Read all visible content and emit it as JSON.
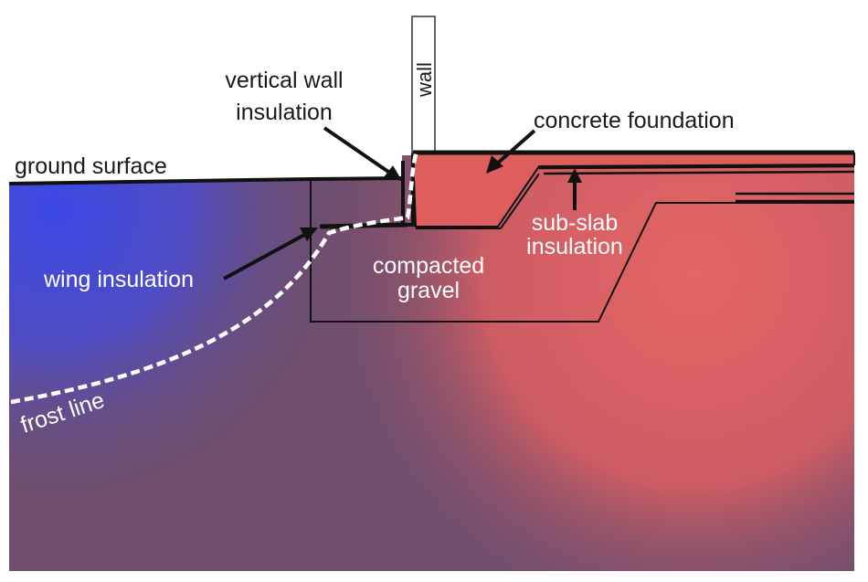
{
  "labels": {
    "wall": "wall",
    "vertical_wall_insulation_line1": "vertical wall",
    "vertical_wall_insulation_line2": "insulation",
    "concrete_foundation": "concrete foundation",
    "ground_surface": "ground surface",
    "sub_slab_insulation_line1": "sub-slab",
    "sub_slab_insulation_line2": "insulation",
    "compacted_gravel_line1": "compacted",
    "compacted_gravel_line2": "gravel",
    "wing_insulation": "wing insulation",
    "frost_line": "frost line"
  },
  "colors": {
    "cold": "#3f4de0",
    "neutral": "#6f4e6e",
    "warm": "#e06060",
    "outline": "#111111",
    "frost_line": "#ffffff"
  }
}
